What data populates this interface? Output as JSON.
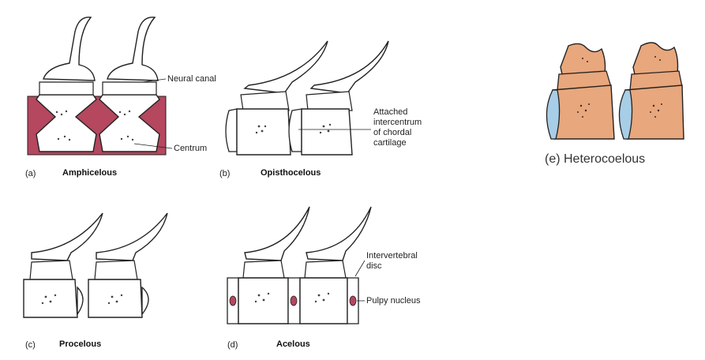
{
  "panels": {
    "a": {
      "tag": "(a)",
      "title": "Amphicelous",
      "labels": {
        "neural_canal": "Neural canal",
        "centrum": "Centrum"
      }
    },
    "b": {
      "tag": "(b)",
      "title": "Opisthocelous",
      "labels": {
        "intercentrum_1": "Attached",
        "intercentrum_2": "intercentrum",
        "intercentrum_3": "of chordal",
        "intercentrum_4": "cartilage"
      }
    },
    "c": {
      "tag": "(c)",
      "title": "Procelous"
    },
    "d": {
      "tag": "(d)",
      "title": "Acelous",
      "labels": {
        "intervertebral_1": "Intervertebral",
        "intervertebral_2": "disc",
        "pulpy_nucleus": "Pulpy nucleus"
      }
    },
    "e": {
      "title": "(e) Heterocoelous"
    }
  },
  "colors": {
    "cartilage": "#b5475e",
    "bone_orange": "#e8a77c",
    "disc_blue": "#a8cde6",
    "line": "#222222"
  }
}
